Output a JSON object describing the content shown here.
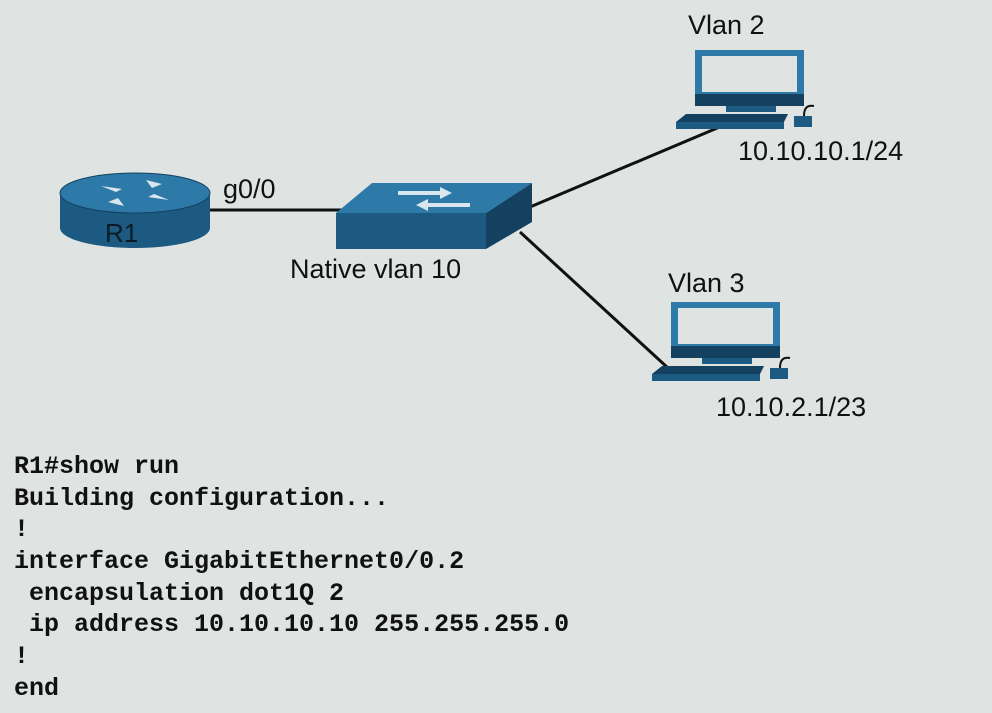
{
  "colors": {
    "background": "#dfe3e1",
    "device_fill": "#1d5a82",
    "device_top": "#2d7aa8",
    "device_dark": "#13415f",
    "link": "#111111"
  },
  "nodes": {
    "router": {
      "name": "R1",
      "interface_label": "g0/0",
      "icon": "router-icon"
    },
    "switch": {
      "label": "Native vlan 10",
      "icon": "switch-icon"
    },
    "pc_vlan2": {
      "title": "Vlan 2",
      "ip": "10.10.10.1/24",
      "icon": "workstation-icon"
    },
    "pc_vlan3": {
      "title": "Vlan 3",
      "ip": "10.10.2.1/23",
      "icon": "workstation-icon"
    }
  },
  "links": [
    {
      "from": "R1",
      "to": "switch"
    },
    {
      "from": "switch",
      "to": "Vlan 2"
    },
    {
      "from": "switch",
      "to": "Vlan 3"
    }
  ],
  "config_lines": [
    "R1#show run",
    "Building configuration...",
    "!",
    "interface GigabitEthernet0/0.2",
    " encapsulation dot1Q 2",
    " ip address 10.10.10.10 255.255.255.0",
    "!",
    "end"
  ]
}
